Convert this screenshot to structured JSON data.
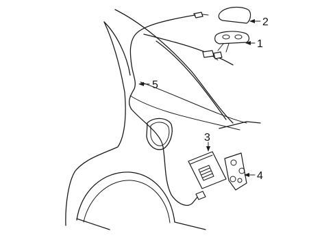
{
  "diagram": {
    "callouts": [
      {
        "id": "1",
        "label": "1"
      },
      {
        "id": "2",
        "label": "2"
      },
      {
        "id": "3",
        "label": "3"
      },
      {
        "id": "4",
        "label": "4"
      },
      {
        "id": "5",
        "label": "5"
      }
    ],
    "colors": {
      "stroke": "#1a1a1a",
      "background": "#ffffff"
    }
  }
}
